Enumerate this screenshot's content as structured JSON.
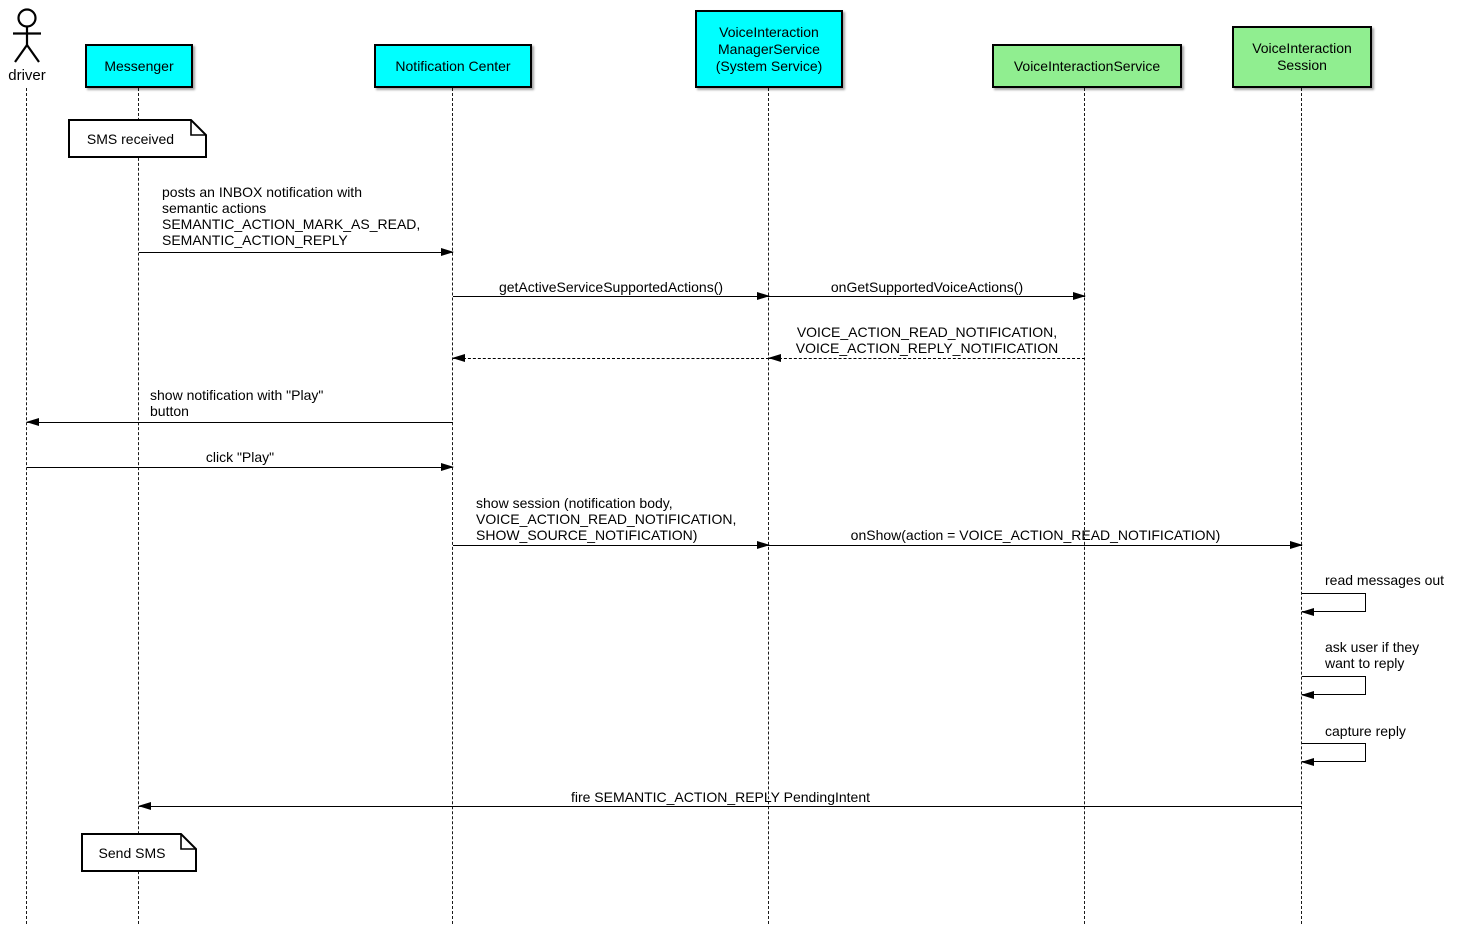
{
  "colors": {
    "app_box": "#00ffff",
    "service_box": "#90ee90",
    "line": "#000000",
    "note_bg": "#ffffff"
  },
  "actor": {
    "label": "driver"
  },
  "participants": [
    {
      "id": "messenger",
      "label": "Messenger",
      "type": "app"
    },
    {
      "id": "notification-center",
      "label": "Notification Center",
      "type": "app"
    },
    {
      "id": "voice-interaction-manager-service",
      "label": "VoiceInteraction\nManagerService\n(System Service)",
      "type": "app"
    },
    {
      "id": "voice-interaction-service",
      "label": "VoiceInteractionService",
      "type": "service"
    },
    {
      "id": "voice-interaction-session",
      "label": "VoiceInteraction\nSession",
      "type": "service"
    }
  ],
  "notes": [
    {
      "text": "SMS received"
    },
    {
      "text": "Send SMS"
    }
  ],
  "messages": [
    {
      "from": "Messenger",
      "to": "Notification Center",
      "label": "posts an INBOX notification with\nsemantic actions\nSEMANTIC_ACTION_MARK_AS_READ,\nSEMANTIC_ACTION_REPLY",
      "style": "solid"
    },
    {
      "from": "Notification Center",
      "to": "VoiceInteractionManagerService",
      "label": "getActiveServiceSupportedActions()",
      "style": "solid"
    },
    {
      "from": "VoiceInteractionManagerService",
      "to": "VoiceInteractionService",
      "label": "onGetSupportedVoiceActions()",
      "style": "solid"
    },
    {
      "from": "VoiceInteractionService",
      "to": "VoiceInteractionManagerService",
      "label": "VOICE_ACTION_READ_NOTIFICATION,\nVOICE_ACTION_REPLY_NOTIFICATION",
      "style": "dashed"
    },
    {
      "from": "VoiceInteractionManagerService",
      "to": "Notification Center",
      "label": "",
      "style": "dashed"
    },
    {
      "from": "Notification Center",
      "to": "driver",
      "label": "show notification with \"Play\"\nbutton",
      "style": "solid"
    },
    {
      "from": "driver",
      "to": "Notification Center",
      "label": "click \"Play\"",
      "style": "solid"
    },
    {
      "from": "Notification Center",
      "to": "VoiceInteractionManagerService",
      "label": "show session (notification body,\nVOICE_ACTION_READ_NOTIFICATION,\nSHOW_SOURCE_NOTIFICATION)",
      "style": "solid"
    },
    {
      "from": "VoiceInteractionManagerService",
      "to": "VoiceInteractionSession",
      "label": "onShow(action = VOICE_ACTION_READ_NOTIFICATION)",
      "style": "solid"
    },
    {
      "from": "VoiceInteractionSession",
      "to": "VoiceInteractionSession",
      "label": "read messages out",
      "style": "self"
    },
    {
      "from": "VoiceInteractionSession",
      "to": "VoiceInteractionSession",
      "label": "ask user if they\nwant to reply",
      "style": "self"
    },
    {
      "from": "VoiceInteractionSession",
      "to": "VoiceInteractionSession",
      "label": "capture reply",
      "style": "self"
    },
    {
      "from": "VoiceInteractionSession",
      "to": "Messenger",
      "label": "fire SEMANTIC_ACTION_REPLY PendingIntent",
      "style": "solid"
    }
  ]
}
